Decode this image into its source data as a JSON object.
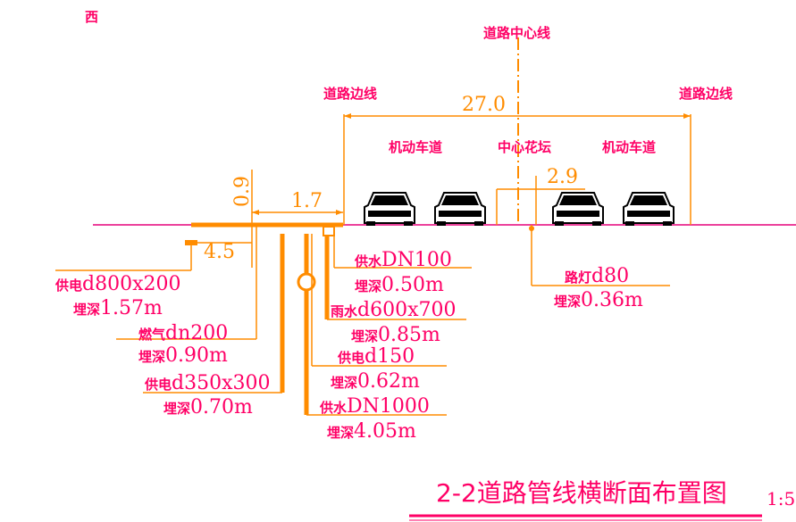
{
  "compass": "西",
  "centerline_label": "道路中心线",
  "edge_label_left": "道路边线",
  "edge_label_right": "道路边线",
  "total_width": "27.0",
  "lanes": {
    "left": "机动车道",
    "middle": "中心花坛",
    "right": "机动车道"
  },
  "dim_0_9": "0.9",
  "dim_1_7": "1.7",
  "dim_4_5": "4.5",
  "dim_2_9": "2.9",
  "pipes": [
    {
      "name": "供电",
      "size": "d800x200",
      "depth_label": "埋深",
      "depth": "1.57m"
    },
    {
      "name": "燃气",
      "size": "dn200",
      "depth_label": "埋深",
      "depth": "0.90m"
    },
    {
      "name": "供电",
      "size": "d350x300",
      "depth_label": "埋深",
      "depth": "0.70m"
    },
    {
      "name": "供水",
      "size": "DN100",
      "depth_label": "埋深",
      "depth": "0.50m"
    },
    {
      "name": "雨水",
      "size": "d600x700",
      "depth_label": "埋深",
      "depth": "0.85m"
    },
    {
      "name": "供电",
      "size": "d150",
      "depth_label": "埋深",
      "depth": "0.62m"
    },
    {
      "name": "供水",
      "size": "DN1000",
      "depth_label": "埋深",
      "depth": "4.05m"
    },
    {
      "name": "路灯",
      "size": "d80",
      "depth_label": "埋深",
      "depth": "0.36m"
    }
  ],
  "title": "2-2道路管线横断面布置图",
  "scale": "1:5",
  "colors": {
    "orange": "#ff8c00",
    "magenta": "#ff0066",
    "ground": "#e6007a",
    "black": "#000000"
  }
}
